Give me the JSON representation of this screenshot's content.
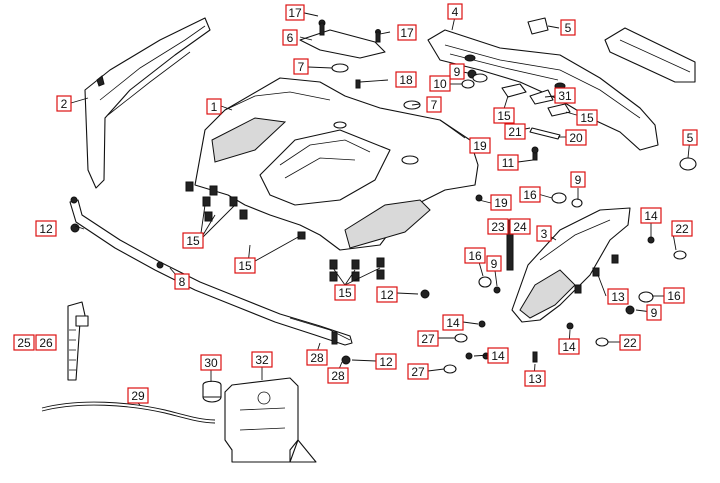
{
  "callouts": {
    "c1": "1",
    "c2": "2",
    "c3": "3",
    "c4": "4",
    "c5": "5",
    "c6": "6",
    "c7": "7",
    "c8": "8",
    "c9": "9",
    "c10": "10",
    "c11": "11",
    "c12": "12",
    "c13": "13",
    "c14": "14",
    "c15": "15",
    "c16": "16",
    "c17": "17",
    "c18": "18",
    "c19": "19",
    "c20": "20",
    "c21": "21",
    "c22": "22",
    "c23": "23",
    "c24": "24",
    "c25": "25",
    "c26": "26",
    "c27": "27",
    "c28": "28",
    "c29": "29",
    "c30": "30",
    "c31": "31",
    "c32": "32"
  },
  "colors": {
    "callout_border": "#dd1111",
    "line": "#111111"
  }
}
